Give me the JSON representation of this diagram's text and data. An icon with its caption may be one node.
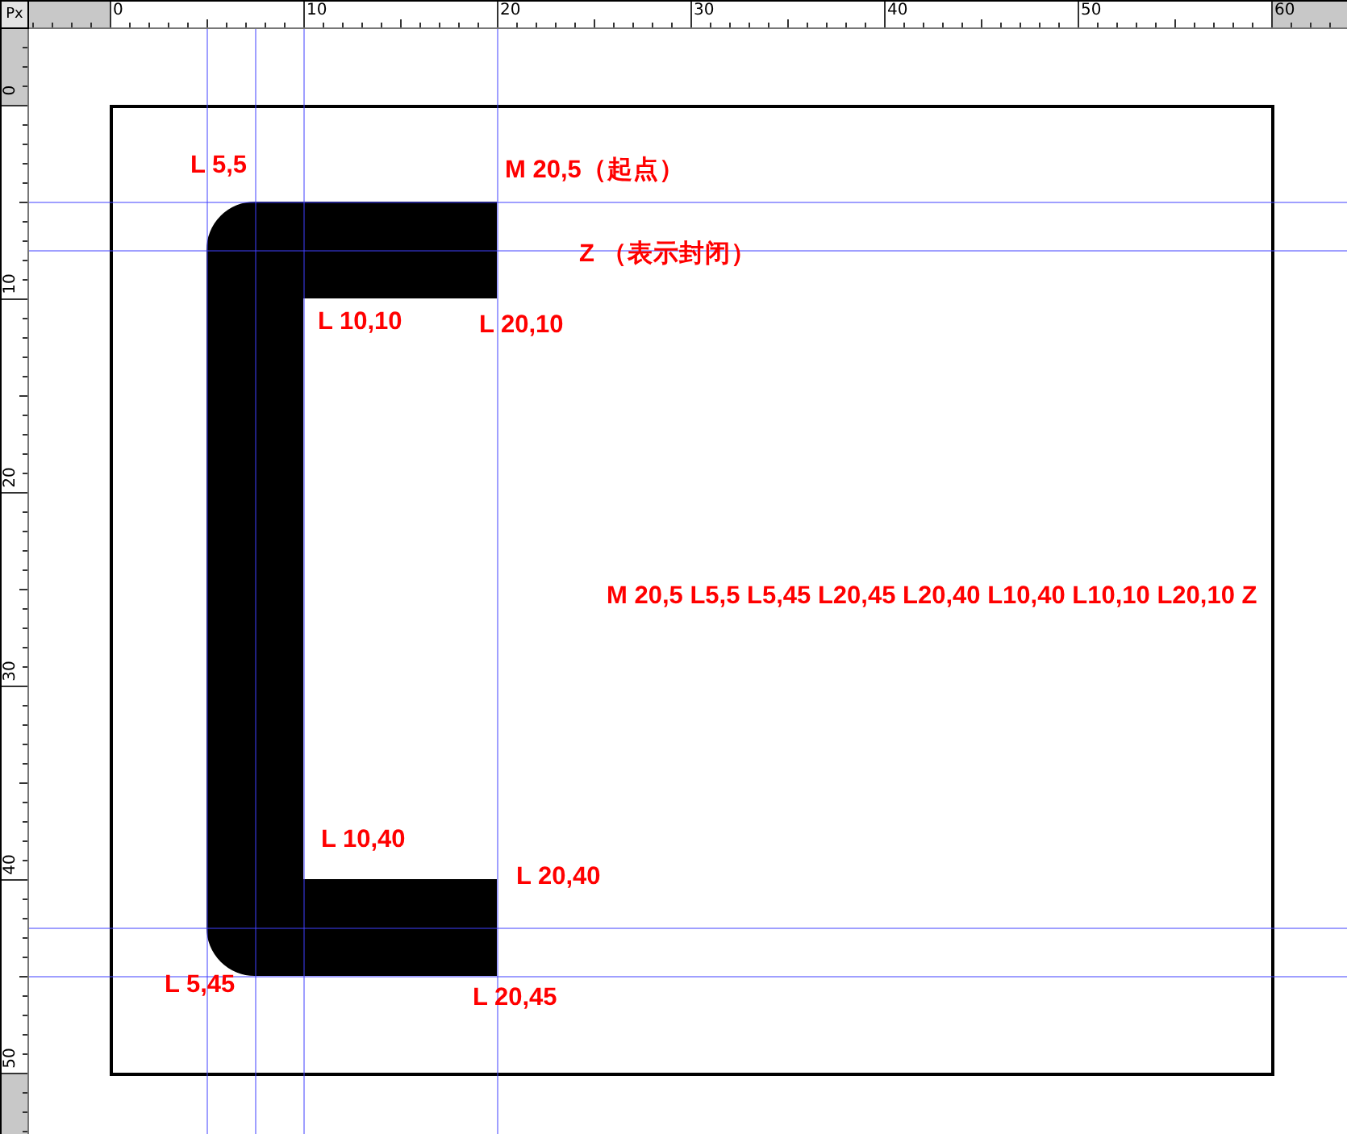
{
  "diagram": {
    "labels": [
      "Px",
      "0",
      "10",
      "20",
      "30",
      "40",
      "50",
      "60",
      "0",
      "10",
      "20",
      "30",
      "40",
      "50",
      "L 5,5",
      "M 20,5（起点）",
      "Z （表示封闭）",
      "L 10,10",
      "L 20,10",
      "M 20,5 L5,5 L5,45 L20,45 L20,40 L10,40 L10,10 L20,10 Z",
      "L 10,40",
      "L 20,40",
      "L 5,45",
      "L 20,45"
    ]
  }
}
